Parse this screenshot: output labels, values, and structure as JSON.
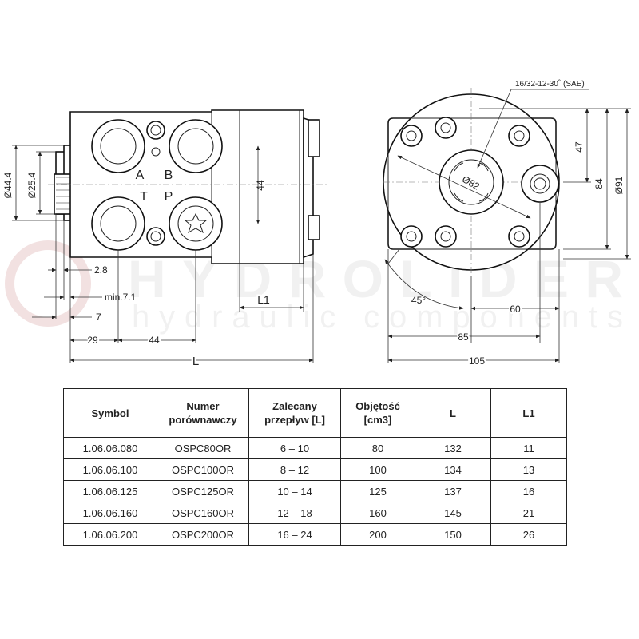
{
  "drawing": {
    "label_A": "A",
    "label_B": "B",
    "label_T": "T",
    "label_P": "P",
    "dim_d444": "Ø44.4",
    "dim_d254": "Ø25.4",
    "dim_44_side": "44",
    "dim_28": "2.8",
    "dim_min71": "min.7.1",
    "dim_7": "7",
    "dim_29": "29",
    "dim_44_bottom": "44",
    "dim_L": "L",
    "dim_L1": "L1",
    "dim_spline": "16/32-12-30˚ (SAE)",
    "dim_d82": "Ø82",
    "dim_47": "47",
    "dim_84": "84",
    "dim_d91": "Ø91",
    "dim_45deg": "45°",
    "dim_60": "60",
    "dim_85": "85",
    "dim_105": "105",
    "watermark_brand": "HYDROLIDER",
    "watermark_sub": "hydraulic components"
  },
  "table": {
    "headers": {
      "symbol": "Symbol",
      "numer_l1": "Numer",
      "numer_l2": "porównawczy",
      "flow_l1": "Zalecany",
      "flow_l2": "przepływ [L]",
      "vol_l1": "Objętość",
      "vol_l2": "[cm3]",
      "L": "L",
      "L1": "L1"
    },
    "rows": [
      {
        "symbol": "1.06.06.080",
        "numer": "OSPC80OR",
        "flow": "6 – 10",
        "volume": "80",
        "L": "132",
        "L1": "11"
      },
      {
        "symbol": "1.06.06.100",
        "numer": "OSPC100OR",
        "flow": "8 – 12",
        "volume": "100",
        "L": "134",
        "L1": "13"
      },
      {
        "symbol": "1.06.06.125",
        "numer": "OSPC125OR",
        "flow": "10 – 14",
        "volume": "125",
        "L": "137",
        "L1": "16"
      },
      {
        "symbol": "1.06.06.160",
        "numer": "OSPC160OR",
        "flow": "12 – 18",
        "volume": "160",
        "L": "145",
        "L1": "21"
      },
      {
        "symbol": "1.06.06.200",
        "numer": "OSPC200OR",
        "flow": "16 – 24",
        "volume": "200",
        "L": "150",
        "L1": "26"
      }
    ]
  }
}
